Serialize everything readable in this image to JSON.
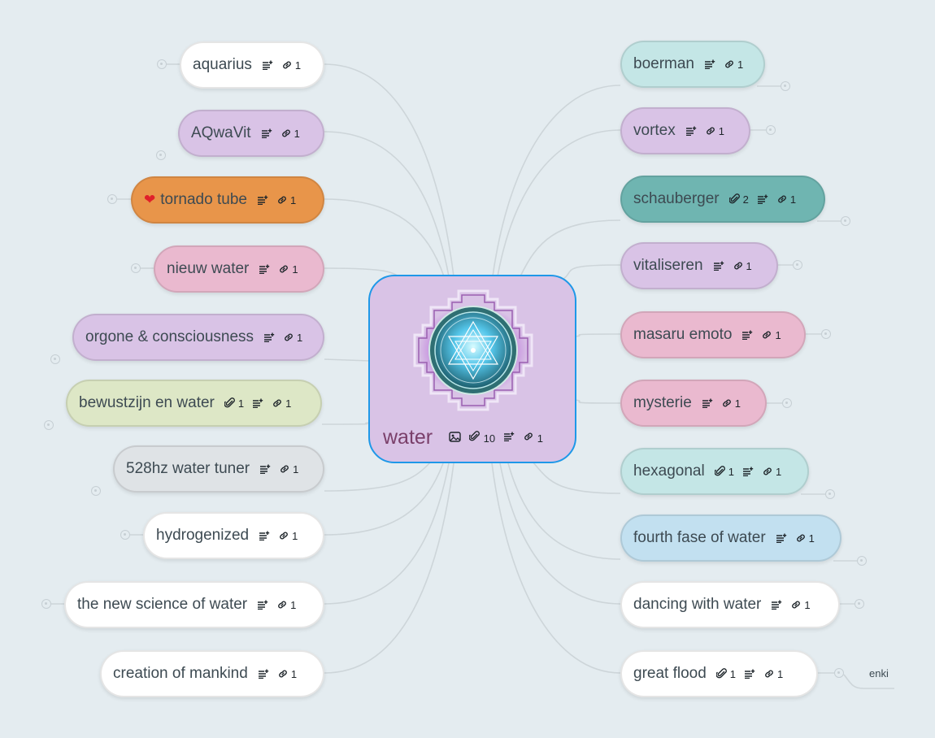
{
  "central": {
    "label": "water",
    "attachments": "10",
    "links": "1",
    "color": "#d9c3e6",
    "border": "#1e98e8"
  },
  "icons": {
    "image": "image-icon",
    "attachment": "paperclip-icon",
    "notes": "notes-icon",
    "link": "link-icon",
    "collapse": "collapse-toggle-icon",
    "favorite": "heart-icon"
  },
  "left_nodes": [
    {
      "label": "aquarius",
      "favorite": false,
      "attachments": "",
      "links": "1",
      "color": "#ffffff"
    },
    {
      "label": "AQwaVit",
      "favorite": false,
      "attachments": "",
      "links": "1",
      "color": "#d9c3e6"
    },
    {
      "label": "tornado tube",
      "favorite": true,
      "attachments": "",
      "links": "1",
      "color": "#e8954a"
    },
    {
      "label": "nieuw water",
      "favorite": false,
      "attachments": "",
      "links": "1",
      "color": "#eab9cf"
    },
    {
      "label": "orgone & consciousness",
      "favorite": false,
      "attachments": "",
      "links": "1",
      "color": "#d9c3e6"
    },
    {
      "label": "bewustzijn en water",
      "favorite": false,
      "attachments": "1",
      "links": "1",
      "color": "#dde7c6"
    },
    {
      "label": "528hz water tuner",
      "favorite": false,
      "attachments": "",
      "links": "1",
      "color": "#dfe3e6"
    },
    {
      "label": "hydrogenized",
      "favorite": false,
      "attachments": "",
      "links": "1",
      "color": "#ffffff"
    },
    {
      "label": "the new science of water",
      "favorite": false,
      "attachments": "",
      "links": "1",
      "color": "#ffffff"
    },
    {
      "label": "creation of mankind",
      "favorite": false,
      "attachments": "",
      "links": "1",
      "color": "#ffffff"
    }
  ],
  "right_nodes": [
    {
      "label": "boerman",
      "attachments": "",
      "links": "1",
      "color": "#c4e6e6"
    },
    {
      "label": "vortex",
      "attachments": "",
      "links": "1",
      "color": "#d9c3e6"
    },
    {
      "label": "schauberger",
      "attachments": "2",
      "links": "1",
      "color": "#6fb5b1"
    },
    {
      "label": "vitaliseren",
      "attachments": "",
      "links": "1",
      "color": "#d9c3e6"
    },
    {
      "label": "masaru emoto",
      "attachments": "",
      "links": "1",
      "color": "#eab9cf"
    },
    {
      "label": "mysterie",
      "attachments": "",
      "links": "1",
      "color": "#eab9cf"
    },
    {
      "label": "hexagonal",
      "attachments": "1",
      "links": "1",
      "color": "#c4e6e6"
    },
    {
      "label": "fourth fase of water",
      "attachments": "",
      "links": "1",
      "color": "#c2e0f0"
    },
    {
      "label": "dancing with water",
      "attachments": "",
      "links": "1",
      "color": "#ffffff"
    },
    {
      "label": "great flood",
      "attachments": "1",
      "links": "1",
      "color": "#ffffff"
    }
  ],
  "sub_nodes": [
    {
      "label": "enki"
    }
  ]
}
